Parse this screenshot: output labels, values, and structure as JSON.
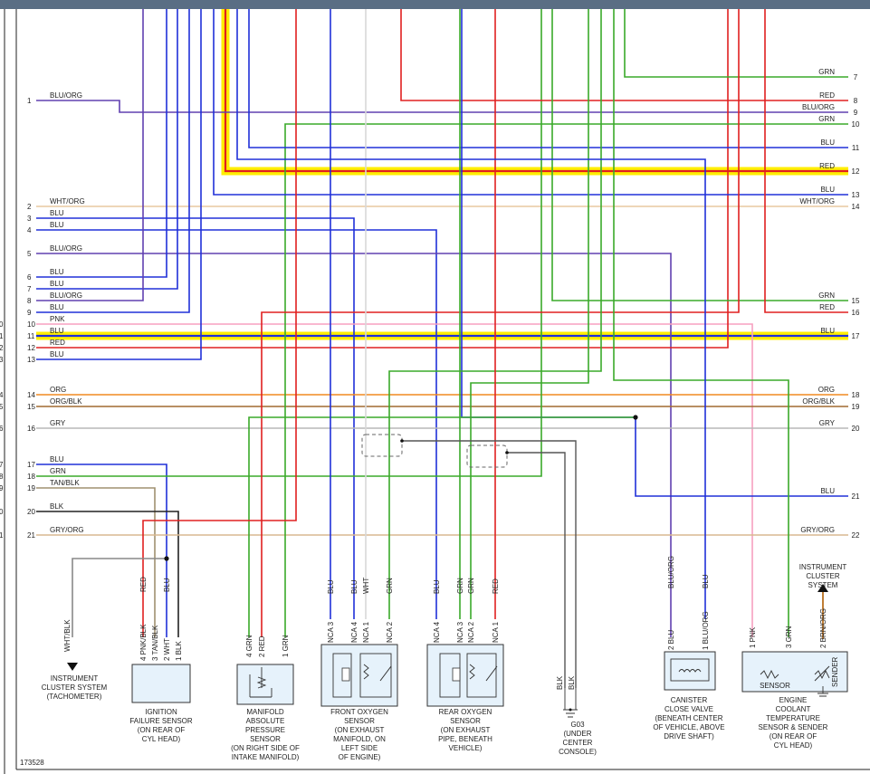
{
  "diagram_id": "173528",
  "colors": {
    "BLU": "#2030d8",
    "BLU/ORG": "#6040b0",
    "GRN": "#3aaa2a",
    "RED": "#e02020",
    "WHT/ORG": "#e8c8a0",
    "PNK": "#f7a0c0",
    "ORG": "#f08a20",
    "ORG/BLK": "#a06a30",
    "GRY": "#b8b8b8",
    "TAN/BLK": "#a09070",
    "BLK": "#222222",
    "GRY/ORG": "#d8b890",
    "WHT": "#d8d8d8",
    "BRN/ORG": "#b87020",
    "WHT/BLK": "#909090",
    "highlight": "#ffee00"
  },
  "left_wires": [
    {
      "num": "1",
      "color": "BLU/ORG"
    },
    {
      "num": "2",
      "color": "WHT/ORG"
    },
    {
      "num": "3",
      "color": "BLU"
    },
    {
      "num": "4",
      "color": "BLU"
    },
    {
      "num": "5",
      "color": "BLU/ORG"
    },
    {
      "num": "6",
      "color": "BLU"
    },
    {
      "num": "7",
      "color": "BLU"
    },
    {
      "num": "8",
      "color": "BLU/ORG"
    },
    {
      "num": "9",
      "color": "BLU"
    },
    {
      "num": "10",
      "color": "PNK"
    },
    {
      "num": "11",
      "color": "BLU"
    },
    {
      "num": "12",
      "color": "RED"
    },
    {
      "num": "13",
      "color": "BLU"
    },
    {
      "num": "14",
      "color": "ORG"
    },
    {
      "num": "15",
      "color": "ORG/BLK"
    },
    {
      "num": "16",
      "color": "GRY"
    },
    {
      "num": "17",
      "color": "BLU"
    },
    {
      "num": "18",
      "color": "GRN"
    },
    {
      "num": "19",
      "color": "TAN/BLK"
    },
    {
      "num": "20",
      "color": "BLK"
    },
    {
      "num": "21",
      "color": "GRY/ORG"
    }
  ],
  "left_cut_numbers": [
    "0",
    "1",
    "2",
    "3",
    "4",
    "5",
    "6",
    "7",
    "8",
    "9",
    "0",
    "1"
  ],
  "right_wires": [
    {
      "num": "7",
      "color": "GRN"
    },
    {
      "num": "8",
      "color": "RED"
    },
    {
      "num": "9",
      "color": "BLU/ORG"
    },
    {
      "num": "10",
      "color": "GRN"
    },
    {
      "num": "11",
      "color": "BLU"
    },
    {
      "num": "12",
      "color": "RED"
    },
    {
      "num": "13",
      "color": "BLU"
    },
    {
      "num": "14",
      "color": "WHT/ORG"
    },
    {
      "num": "15",
      "color": "GRN"
    },
    {
      "num": "16",
      "color": "RED"
    },
    {
      "num": "17",
      "color": "BLU"
    },
    {
      "num": "18",
      "color": "ORG"
    },
    {
      "num": "19",
      "color": "ORG/BLK"
    },
    {
      "num": "20",
      "color": "GRY"
    },
    {
      "num": "21",
      "color": "BLU"
    },
    {
      "num": "22",
      "color": "GRY/ORG"
    }
  ],
  "components": {
    "ignition_failure": {
      "pins": [
        {
          "num": "4",
          "color": "PNK/BLK",
          "top": "RED"
        },
        {
          "num": "3",
          "color": "TAN/BLK",
          "top": ""
        },
        {
          "num": "2",
          "color": "WHT",
          "top": "BLU"
        },
        {
          "num": "1",
          "color": "BLK",
          "top": ""
        }
      ],
      "label": [
        "IGNITION",
        "FAILURE SENSOR",
        "(ON REAR OF",
        "CYL HEAD)"
      ]
    },
    "map_sensor": {
      "pins": [
        {
          "num": "4",
          "color": "GRN"
        },
        {
          "num": "2",
          "color": "RED"
        },
        {
          "num": "1",
          "color": "GRN"
        }
      ],
      "label": [
        "MANIFOLD",
        "ABSOLUTE",
        "PRESSURE",
        "SENSOR",
        "(ON RIGHT SIDE OF",
        "INTAKE MANIFOLD)"
      ]
    },
    "front_o2": {
      "pins": [
        {
          "nca": "NCA",
          "num": "3",
          "color": "BLU"
        },
        {
          "nca": "NCA",
          "num": "4",
          "color": "BLU"
        },
        {
          "nca": "NCA",
          "num": "1",
          "color": "WHT"
        },
        {
          "nca": "NCA",
          "num": "2",
          "color": "GRN"
        }
      ],
      "label": [
        "FRONT OXYGEN",
        "SENSOR",
        "(ON EXHAUST",
        "MANIFOLD, ON",
        "LEFT SIDE",
        "OF ENGINE)"
      ]
    },
    "rear_o2": {
      "pins": [
        {
          "nca": "NCA",
          "num": "4",
          "color": "BLU"
        },
        {
          "nca": "NCA",
          "num": "3",
          "color": "GRN"
        },
        {
          "nca": "NCA",
          "num": "2",
          "color": "GRN"
        },
        {
          "nca": "NCA",
          "num": "1",
          "color": "RED"
        }
      ],
      "label": [
        "REAR OXYGEN",
        "SENSOR",
        "(ON EXHAUST",
        "PIPE, BENEATH",
        "VEHICLE)"
      ]
    },
    "ground": {
      "wire1": "BLK",
      "wire2": "BLK",
      "label": [
        "G03",
        "(UNDER",
        "CENTER",
        "CONSOLE)"
      ]
    },
    "canister": {
      "pins": [
        {
          "num": "2",
          "color": "BLU",
          "top": "BLU/ORG"
        },
        {
          "num": "1",
          "color": "BLU/ORG",
          "top": "BLU"
        }
      ],
      "label": [
        "CANISTER",
        "CLOSE VALVE",
        "(BENEATH CENTER",
        "OF VEHICLE, ABOVE",
        "DRIVE SHAFT)"
      ]
    },
    "coolant": {
      "pins": [
        {
          "num": "1",
          "color": "PNK"
        },
        {
          "num": "3",
          "color": "GRN"
        },
        {
          "num": "2",
          "color": "BRN/ORG"
        }
      ],
      "inner_sensor": "SENSOR",
      "inner_sender": "SENDER",
      "label": [
        "ENGINE",
        "COOLANT",
        "TEMPERATURE",
        "SENSOR & SENDER",
        "(ON REAR OF",
        "CYL HEAD)"
      ],
      "top_label": [
        "INSTRUMENT",
        "CLUSTER",
        "SYSTEM"
      ]
    },
    "tach": {
      "wire": "WHT/BLK",
      "label": [
        "INSTRUMENT",
        "CLUSTER SYSTEM",
        "(TACHOMETER)"
      ]
    }
  }
}
